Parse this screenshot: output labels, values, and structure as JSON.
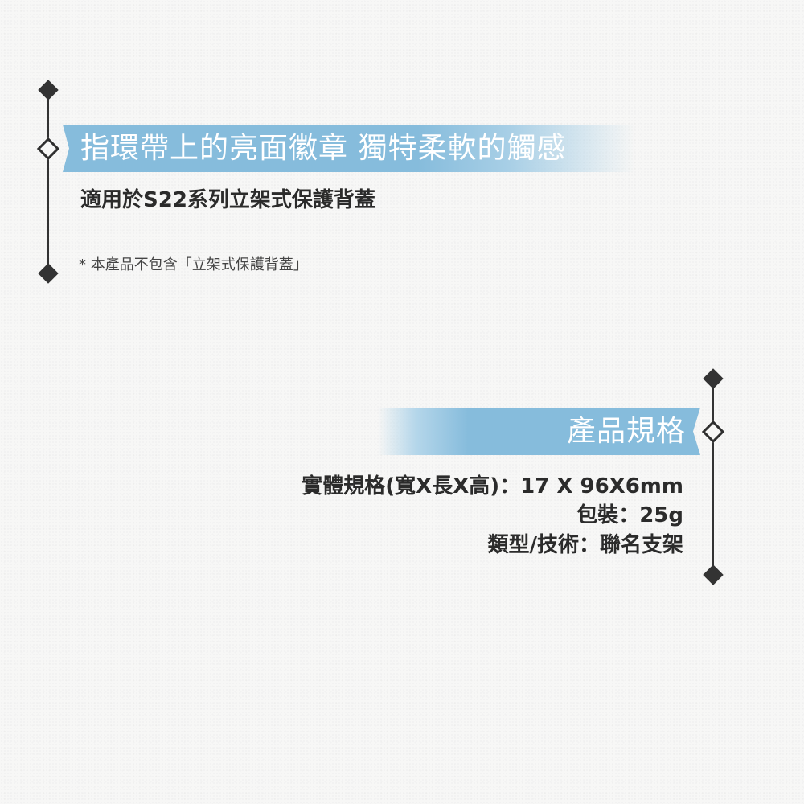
{
  "section_feature": {
    "banner_title": "指環帶上的亮面徽章 獨特柔軟的觸感",
    "subtitle": "適用於S22系列立架式保護背蓋",
    "note": "* 本產品不包含「立架式保護背蓋」"
  },
  "section_spec": {
    "banner_title": "產品規格",
    "items": [
      "實體規格(寬X長X高)：17 X 96X6mm",
      "包裝：25g",
      "類型/技術：聯名支架"
    ]
  },
  "colors": {
    "banner_blue": "#86bcdc",
    "line_dark": "#333333",
    "text_dark": "#2b2b2b",
    "background": "#f7f7f6"
  }
}
